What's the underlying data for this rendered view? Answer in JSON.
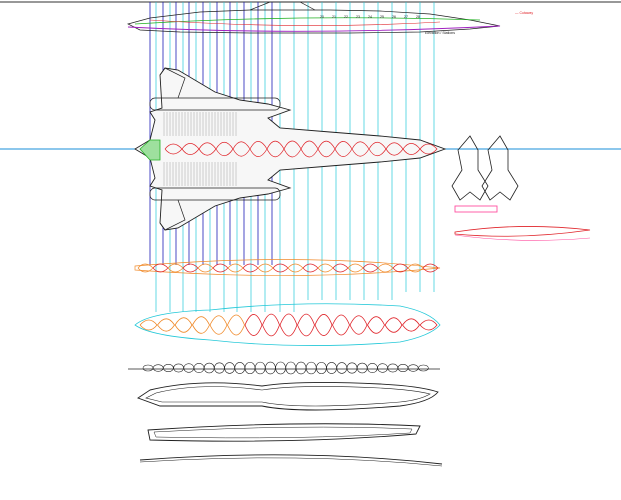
{
  "drawing": {
    "side_view_note": "Elevation / Stations",
    "legend_note": "— Cutaway",
    "station_labels": [
      "20",
      "21",
      "22",
      "23",
      "24",
      "25",
      "26",
      "27",
      "28"
    ]
  },
  "colors": {
    "station_blue": "#1d1db8",
    "station_cyan": "#23c8d8",
    "centerline": "#1a8fd8",
    "frame_red": "#e0242a",
    "frame_orange": "#f08a2a",
    "frame_pink": "#ff4fa0",
    "green": "#23b023",
    "outline": "#202020",
    "side_purple": "#a020c0"
  }
}
